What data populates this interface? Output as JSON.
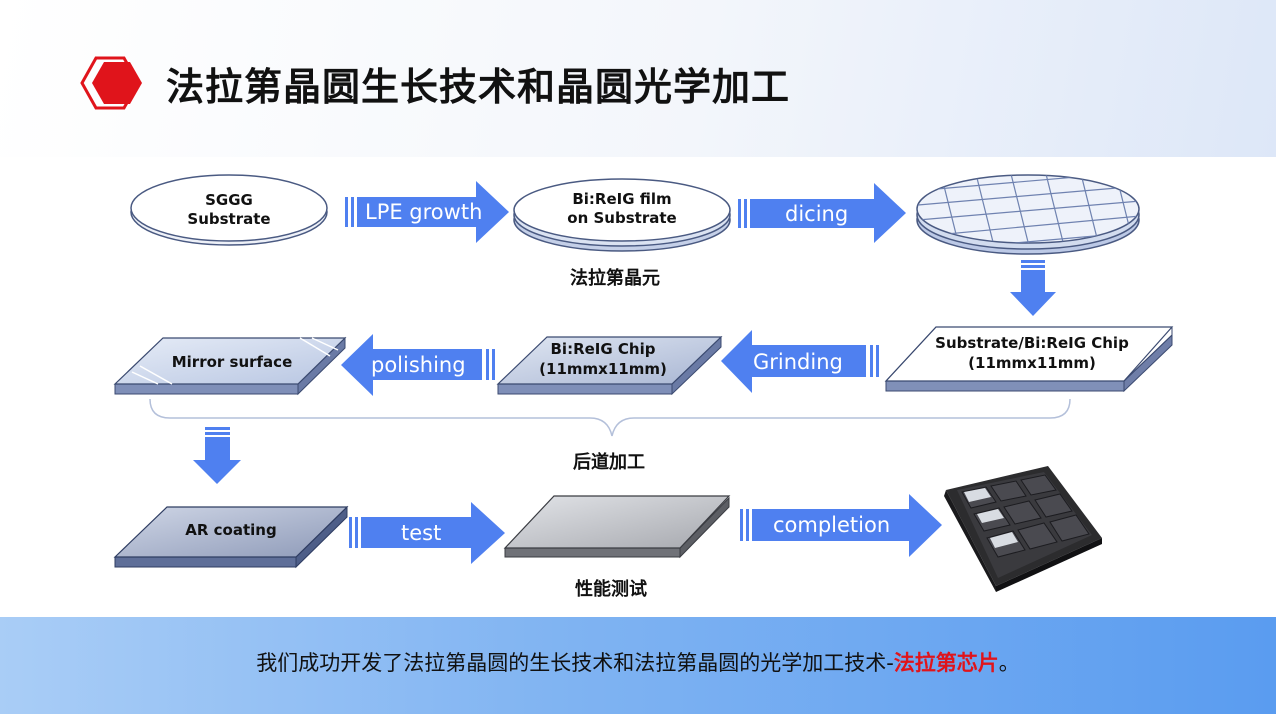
{
  "title": "法拉第晶圆生长技术和晶圆光学加工",
  "colors": {
    "accent_red": "#e0141b",
    "arrow_blue": "#4f80f0",
    "panel_blue": "#5a9cf0"
  },
  "flow": {
    "sggg_substrate": [
      "SGGG",
      "Substrate"
    ],
    "lpe_growth": "LPE growth",
    "bireig_film": [
      "Bi:ReIG film",
      "on Substrate"
    ],
    "caption_wafer": "法拉第晶元",
    "dicing": "dicing",
    "substrate_chip": [
      "Substrate/Bi:ReIG Chip",
      "(11mmx11mm)"
    ],
    "grinding": "Grinding",
    "bireig_chip": [
      "Bi:ReIG Chip",
      "(11mmx11mm)"
    ],
    "polishing": "polishing",
    "mirror_surface": "Mirror surface",
    "caption_post": "后道加工",
    "ar_coating": "AR coating",
    "test": "test",
    "caption_test": "性能测试",
    "completion": "completion"
  },
  "footer": {
    "text": "我们成功开发了法拉第晶圆的生长技术和法拉第晶圆的光学加工技术-",
    "highlight": "法拉第芯片",
    "end": "。"
  }
}
